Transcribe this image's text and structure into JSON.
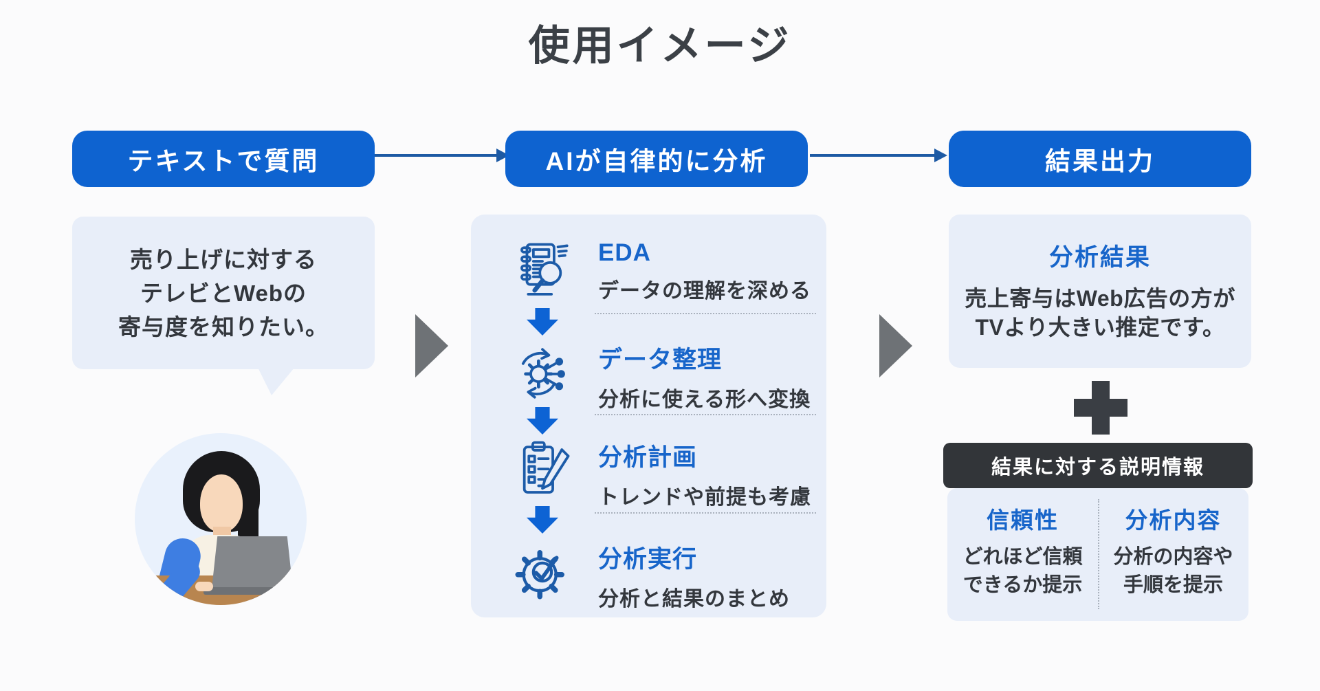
{
  "title": "使用イメージ",
  "colors": {
    "pill_blue": "#0e63d0",
    "panel_bg": "#e8eef9",
    "accent_blue": "#1765ca",
    "dark_text": "#33373d",
    "dark_bar": "#323539",
    "gray_triangle": "#6e7276",
    "down_arrow_blue": "#0d63d4"
  },
  "columns": {
    "input": {
      "header": "テキストで質問",
      "bubble_lines": [
        "売り上げに対する",
        "テレビとWebの",
        "寄与度を知りたい。"
      ],
      "illustration": "person-at-laptop"
    },
    "analysis": {
      "header": "AIが自律的に分析",
      "steps": [
        {
          "icon": "notebook-magnifier-icon",
          "title": "EDA",
          "desc": "データの理解を深める"
        },
        {
          "icon": "gear-sync-icon",
          "title": "データ整理",
          "desc": "分析に使える形へ変換"
        },
        {
          "icon": "clipboard-pencil-icon",
          "title": "分析計画",
          "desc": "トレンドや前提も考慮"
        },
        {
          "icon": "gear-check-icon",
          "title": "分析実行",
          "desc": "分析と結果のまとめ"
        }
      ]
    },
    "output": {
      "header": "結果出力",
      "result": {
        "title": "分析結果",
        "lines": [
          "売上寄与はWeb広告の方が",
          "TVより大きい推定です。"
        ]
      },
      "plus_sign": "＋",
      "explanation": {
        "header": "結果に対する説明情報",
        "items": [
          {
            "title": "信頼性",
            "lines": [
              "どれほど信頼",
              "できるか提示"
            ]
          },
          {
            "title": "分析内容",
            "lines": [
              "分析の内容や",
              "手順を提示"
            ]
          }
        ]
      }
    }
  }
}
